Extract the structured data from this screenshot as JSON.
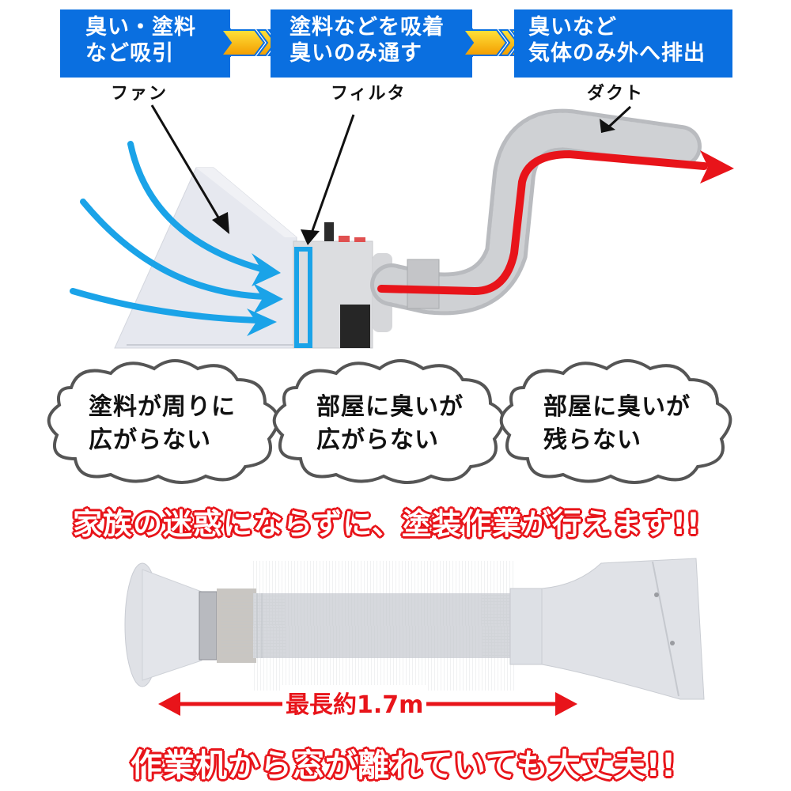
{
  "steps": [
    {
      "line1": "臭い・塗料",
      "line2": "など吸引"
    },
    {
      "line1": "塗料などを吸着",
      "line2": "臭いのみ通す"
    },
    {
      "line1": "臭いなど",
      "line2": "気体のみ外へ排出"
    }
  ],
  "part_labels": {
    "fan": "ファン",
    "filter": "フィルタ",
    "duct": "ダクト"
  },
  "benefits": [
    {
      "line1": "塗料が周りに",
      "line2": "広がらない"
    },
    {
      "line1": "部屋に臭いが",
      "line2": "広がらない"
    },
    {
      "line1": "部屋に臭いが",
      "line2": "残らない"
    }
  ],
  "headline_1": "家族の迷惑にならずに、塗装作業が行えます!!",
  "length_label": "最長約1.7m",
  "headline_2": "作業机から窓が離れていても大丈夫!!",
  "colors": {
    "step_blue": "#0a6fe0",
    "chevron_yellow": "#f7b500",
    "airflow_blue": "#1aa3e8",
    "exhaust_red": "#e8141a",
    "headline_red": "#e8141a"
  }
}
